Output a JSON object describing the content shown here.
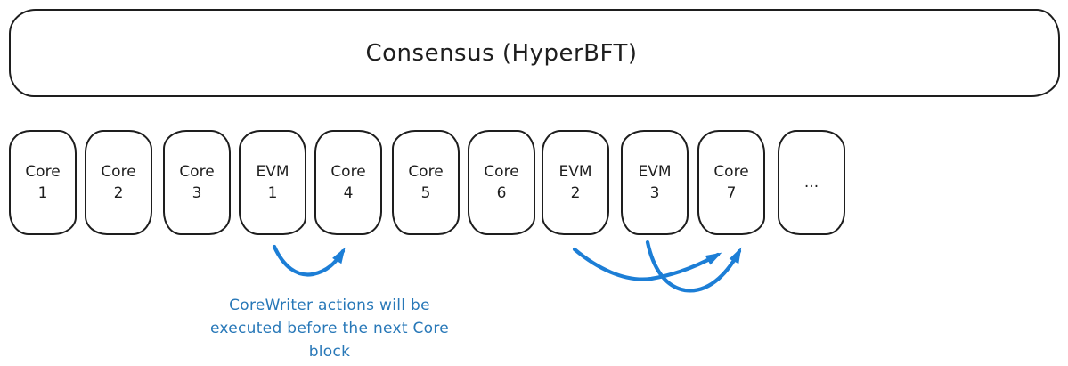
{
  "colors": {
    "ink": "#1e1e1e",
    "arrow_blue": "#1c7ed6",
    "note_blue": "#2878b8",
    "background": "#ffffff"
  },
  "consensus": {
    "label": "Consensus (HyperBFT)"
  },
  "blocks": [
    {
      "lines": [
        "Core",
        "1"
      ]
    },
    {
      "lines": [
        "Core",
        "2"
      ]
    },
    {
      "lines": [
        "Core",
        "3"
      ]
    },
    {
      "lines": [
        "EVM",
        "1"
      ]
    },
    {
      "lines": [
        "Core",
        "4"
      ]
    },
    {
      "lines": [
        "Core",
        "5"
      ]
    },
    {
      "lines": [
        "Core",
        "6"
      ]
    },
    {
      "lines": [
        "EVM",
        "2"
      ]
    },
    {
      "lines": [
        "EVM",
        "3"
      ]
    },
    {
      "lines": [
        "Core",
        "7"
      ]
    },
    {
      "lines": [
        "..."
      ]
    }
  ],
  "arrows": [
    {
      "from": "EVM 1",
      "to": "Core 4"
    },
    {
      "from": "EVM 2",
      "to": "Core 7"
    },
    {
      "from": "EVM 3",
      "to": "Core 7"
    }
  ],
  "annotation": {
    "lines": [
      "CoreWriter actions will be",
      "executed before the next Core",
      "block"
    ]
  }
}
